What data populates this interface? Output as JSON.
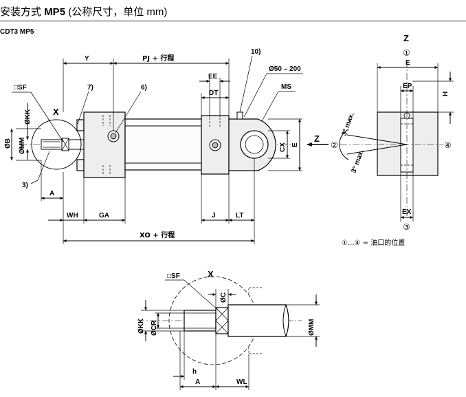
{
  "title": {
    "prefix": "安装方式",
    "code": "MP5",
    "suffix": "(公称尺寸，单位 mm)"
  },
  "series": "CDT3 MP5",
  "front_view": {
    "labels": {
      "y": "Y",
      "pj": "PJ + 行程",
      "ee": "EE",
      "dt": "DT",
      "range": "Ø50 – 200",
      "ms": "MS",
      "sf": "□SF",
      "ref7": "7)",
      "ref6": "6)",
      "ref10": "10)",
      "ref3": "3)",
      "x": "X",
      "kk": "ØKK",
      "b": "ØB",
      "mm": "ØMM",
      "cx": "CX",
      "e": "E",
      "z_arrow": "Z",
      "a": "A",
      "wh": "WH",
      "ga": "GA",
      "j": "J",
      "lt": "LT",
      "xo": "XO + 行程"
    }
  },
  "side_view": {
    "labels": {
      "z": "Z",
      "port1": "①",
      "e": "E",
      "ep": "EP",
      "h": "H",
      "angle_top": "3° max.",
      "angle_bottom": "3° max.",
      "port2": "②",
      "port4": "④",
      "ex": "EX",
      "port3": "③"
    },
    "legend": "①...④ = 油口的位置"
  },
  "detail_view": {
    "labels": {
      "x": "X",
      "sf": "□SF",
      "c": "ØC",
      "kk": "ØKK",
      "cr": "ØCR",
      "mm": "ØMM",
      "h": "h",
      "a": "A",
      "wl": "WL"
    }
  }
}
